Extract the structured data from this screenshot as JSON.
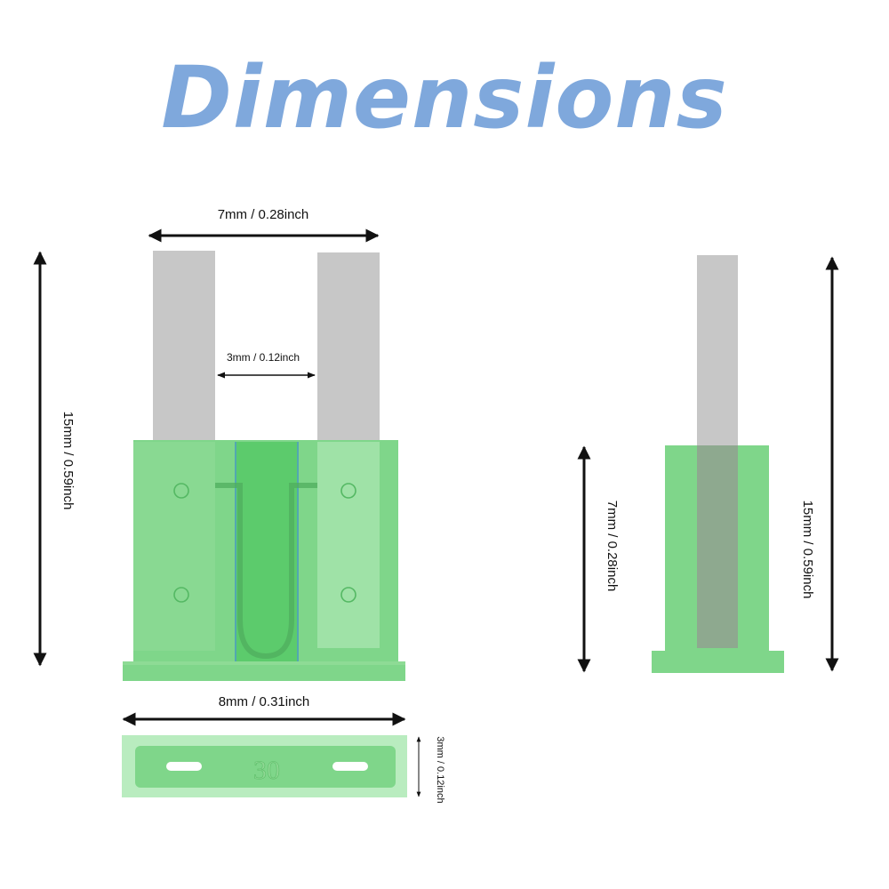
{
  "title": "Dimensions",
  "fuse_rating": "30",
  "dimensions": {
    "terminal_span": "7mm / 0.28inch",
    "terminal_gap": "3mm / 0.12inch",
    "total_height_front": "15mm / 0.59inch",
    "body_width": "8mm / 0.31inch",
    "body_thickness": "3mm / 0.12inch",
    "body_height_side": "7mm / 0.28inch",
    "total_height_side": "15mm / 0.59inch"
  },
  "colors": {
    "title": "#7fa8dc",
    "fuse_body": "#7fd68a",
    "fuse_body_dark": "#5ccb6c",
    "fuse_top_face": "#97dd9c",
    "fuse_light": "#b9ecbf",
    "blade": "#c7c7c7",
    "blade_inside": "#8ea98f",
    "arrow": "#111111",
    "rating_text": "#8fd894"
  }
}
